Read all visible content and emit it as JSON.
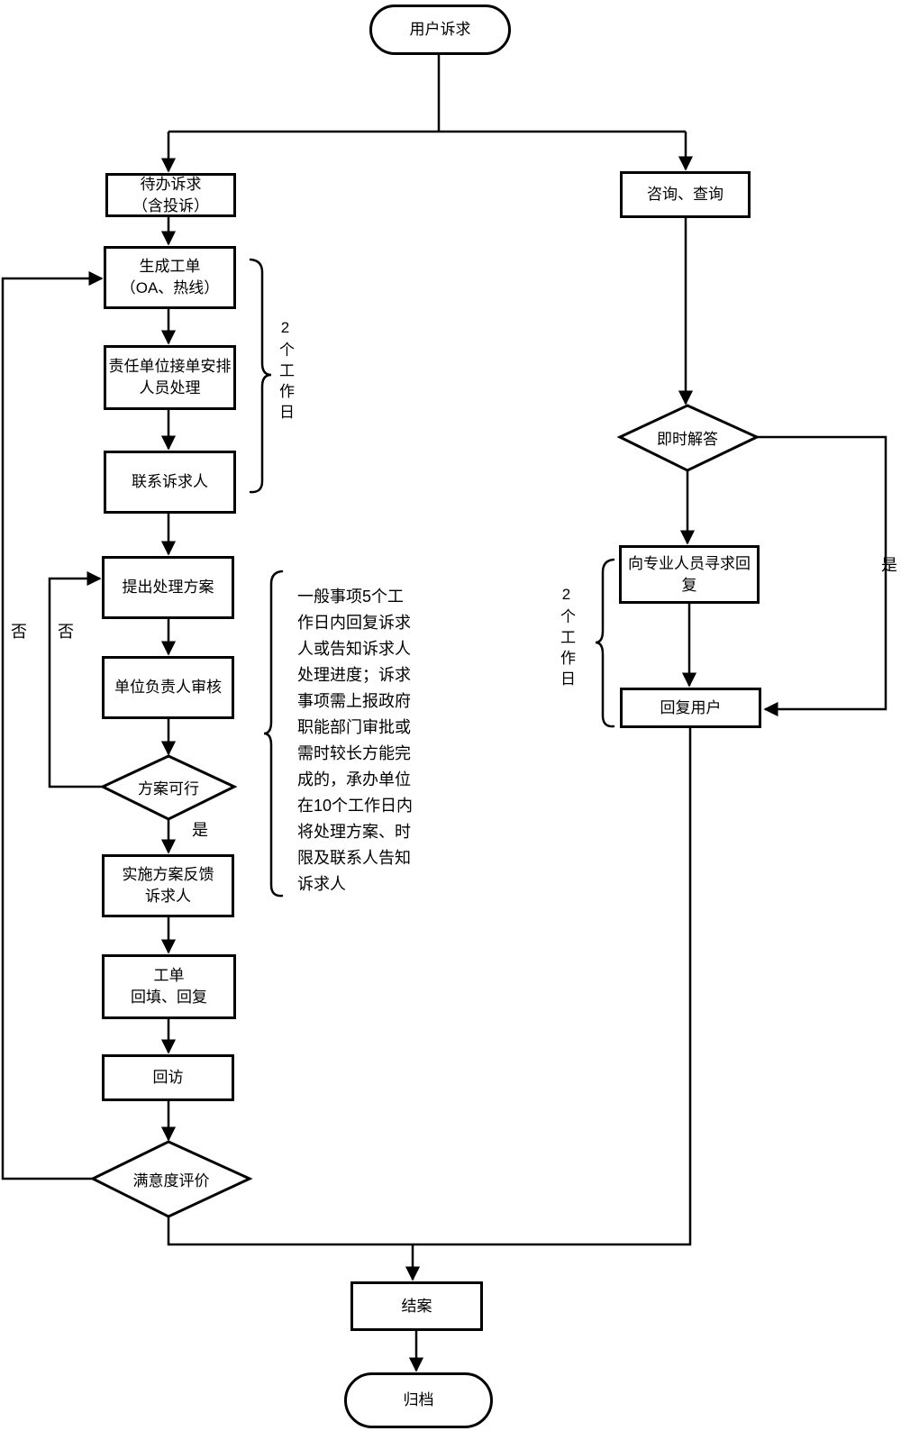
{
  "diagram": {
    "type": "flowchart",
    "colors": {
      "stroke": "#000000",
      "background": "#ffffff",
      "text": "#000000"
    },
    "nodes": {
      "start": {
        "shape": "stadium",
        "label": "用户诉求"
      },
      "pending": {
        "shape": "rect",
        "label": "待办诉求\n（含投诉）"
      },
      "consult": {
        "shape": "rect",
        "label": "咨询、查询"
      },
      "generate": {
        "shape": "rect",
        "label": "生成工单\n（OA、热线）"
      },
      "assign": {
        "shape": "rect",
        "label": "责任单位接单安排\n人员处理"
      },
      "contact": {
        "shape": "rect",
        "label": "联系诉求人"
      },
      "propose": {
        "shape": "rect",
        "label": "提出处理方案"
      },
      "review": {
        "shape": "rect",
        "label": "单位负责人审核"
      },
      "feasible": {
        "shape": "diamond",
        "label": "方案可行"
      },
      "implement": {
        "shape": "rect",
        "label": "实施方案反馈\n诉求人"
      },
      "ticket": {
        "shape": "rect",
        "label": "工单\n回填、回复"
      },
      "visit": {
        "shape": "rect",
        "label": "回访"
      },
      "satisfaction": {
        "shape": "diamond",
        "label": "满意度评价"
      },
      "instant": {
        "shape": "diamond",
        "label": "即时解答"
      },
      "seek": {
        "shape": "rect",
        "label": "向专业人员寻求回复"
      },
      "reply": {
        "shape": "rect",
        "label": "回复用户"
      },
      "close": {
        "shape": "rect",
        "label": "结案"
      },
      "archive": {
        "shape": "stadium",
        "label": "归档"
      }
    },
    "edge_labels": {
      "feasible_yes": "是",
      "feasible_no": "否",
      "satisfaction_no": "否",
      "instant_yes": "是"
    },
    "annotations": {
      "sla_left": "2个工作日",
      "sla_right": "2个工作日",
      "note": "一般事项5个工\n作日内回复诉求\n人或告知诉求人\n处理进度；诉求\n事项需上报政府\n职能部门审批或\n需时较长方能完\n成的，承办单位\n在10个工作日内\n将处理方案、时\n限及联系人告知\n诉求人"
    },
    "edges": [
      {
        "from": "start",
        "to": "pending",
        "label": ""
      },
      {
        "from": "start",
        "to": "consult",
        "label": ""
      },
      {
        "from": "pending",
        "to": "generate",
        "label": ""
      },
      {
        "from": "generate",
        "to": "assign",
        "label": ""
      },
      {
        "from": "assign",
        "to": "contact",
        "label": ""
      },
      {
        "from": "contact",
        "to": "propose",
        "label": ""
      },
      {
        "from": "propose",
        "to": "review",
        "label": ""
      },
      {
        "from": "review",
        "to": "feasible",
        "label": ""
      },
      {
        "from": "feasible",
        "to": "implement",
        "label": "是"
      },
      {
        "from": "feasible",
        "to": "propose",
        "label": "否"
      },
      {
        "from": "implement",
        "to": "ticket",
        "label": ""
      },
      {
        "from": "ticket",
        "to": "visit",
        "label": ""
      },
      {
        "from": "visit",
        "to": "satisfaction",
        "label": ""
      },
      {
        "from": "satisfaction",
        "to": "close",
        "label": ""
      },
      {
        "from": "satisfaction",
        "to": "generate",
        "label": "否"
      },
      {
        "from": "consult",
        "to": "instant",
        "label": ""
      },
      {
        "from": "instant",
        "to": "seek",
        "label": ""
      },
      {
        "from": "instant",
        "to": "reply",
        "label": "是"
      },
      {
        "from": "seek",
        "to": "reply",
        "label": ""
      },
      {
        "from": "reply",
        "to": "close",
        "label": ""
      },
      {
        "from": "close",
        "to": "archive",
        "label": ""
      }
    ]
  }
}
